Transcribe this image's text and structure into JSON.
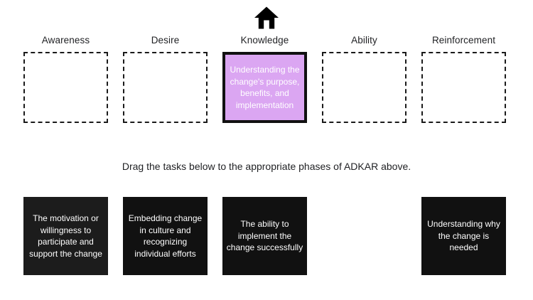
{
  "header": {
    "home_icon": "home-icon"
  },
  "instruction": {
    "text": "Drag the tasks below to the appropriate phases of ADKAR above."
  },
  "colors": {
    "page_background": "#ffffff",
    "filled_phase_background": "#dba6f2",
    "filled_phase_border": "#111111",
    "empty_phase_border": "#1a1a1a",
    "task_card_background": "#111111",
    "task_card_text": "#ffffff",
    "label_text": "#1f2023"
  },
  "phases": [
    {
      "label": "Awareness",
      "filled": false,
      "content": ""
    },
    {
      "label": "Desire",
      "filled": false,
      "content": ""
    },
    {
      "label": "Knowledge",
      "filled": true,
      "content": "Understanding the change's purpose, benefits, and implementation"
    },
    {
      "label": "Ability",
      "filled": false,
      "content": ""
    },
    {
      "label": "Reinforcement",
      "filled": false,
      "content": ""
    }
  ],
  "tasks": [
    {
      "present": true,
      "text": "The motivation or willingness to participate and support the change"
    },
    {
      "present": true,
      "text": "Embedding change in culture and recognizing individual efforts"
    },
    {
      "present": true,
      "text": "The ability to implement the change successfully"
    },
    {
      "present": false,
      "text": ""
    },
    {
      "present": true,
      "text": "Understanding why the change is needed"
    }
  ]
}
